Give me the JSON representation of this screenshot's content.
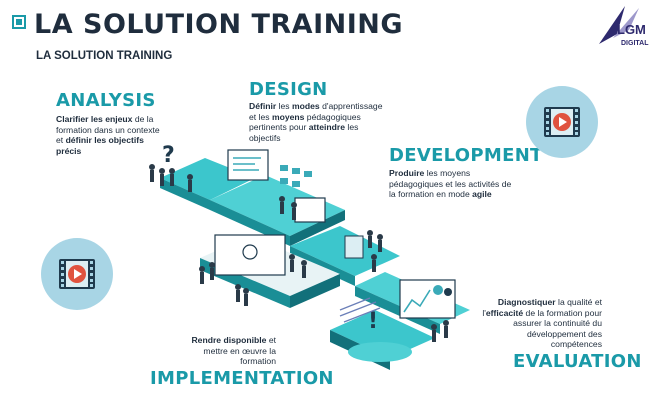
{
  "header": {
    "title": "LA SOLUTION TRAINING",
    "subtitle": "LA SOLUTION TRAINING"
  },
  "logo": {
    "text_top": "LGM",
    "text_bottom": "DIGITAL"
  },
  "phases": {
    "analysis": {
      "title": "ANALYSIS",
      "desc_parts": [
        "Clarifier les enjeux",
        " de la formation dans un contexte et ",
        "définir les objectifs précis"
      ]
    },
    "design": {
      "title": "DESIGN",
      "desc_parts": [
        "Définir",
        " les ",
        "modes",
        " d'apprentissage et les ",
        "moyens",
        " pédagogiques pertinents pour ",
        "atteindre",
        " les objectifs"
      ]
    },
    "development": {
      "title": "DEVELOPMENT",
      "desc_parts": [
        "Produire",
        " les moyens pédagogiques et les activités de la formation en mode ",
        "agile"
      ]
    },
    "evaluation": {
      "title": "EVALUATION",
      "desc_parts": [
        "Diagnostiquer",
        " la qualité et l'",
        "efficacité",
        " de la formation pour assurer la continuité du développement des compétences"
      ]
    },
    "implementation": {
      "title": "IMPLEMENTATION",
      "desc_parts": [
        "Rendre disponible",
        " et mettre en œuvre la formation"
      ]
    }
  },
  "icons": {
    "video_left": "video-play-icon",
    "video_right": "video-play-icon"
  },
  "colors": {
    "accent": "#1a9aa8",
    "dark": "#1f2d3d",
    "video_circle": "#a8d5e5",
    "play": "#e0533f"
  }
}
